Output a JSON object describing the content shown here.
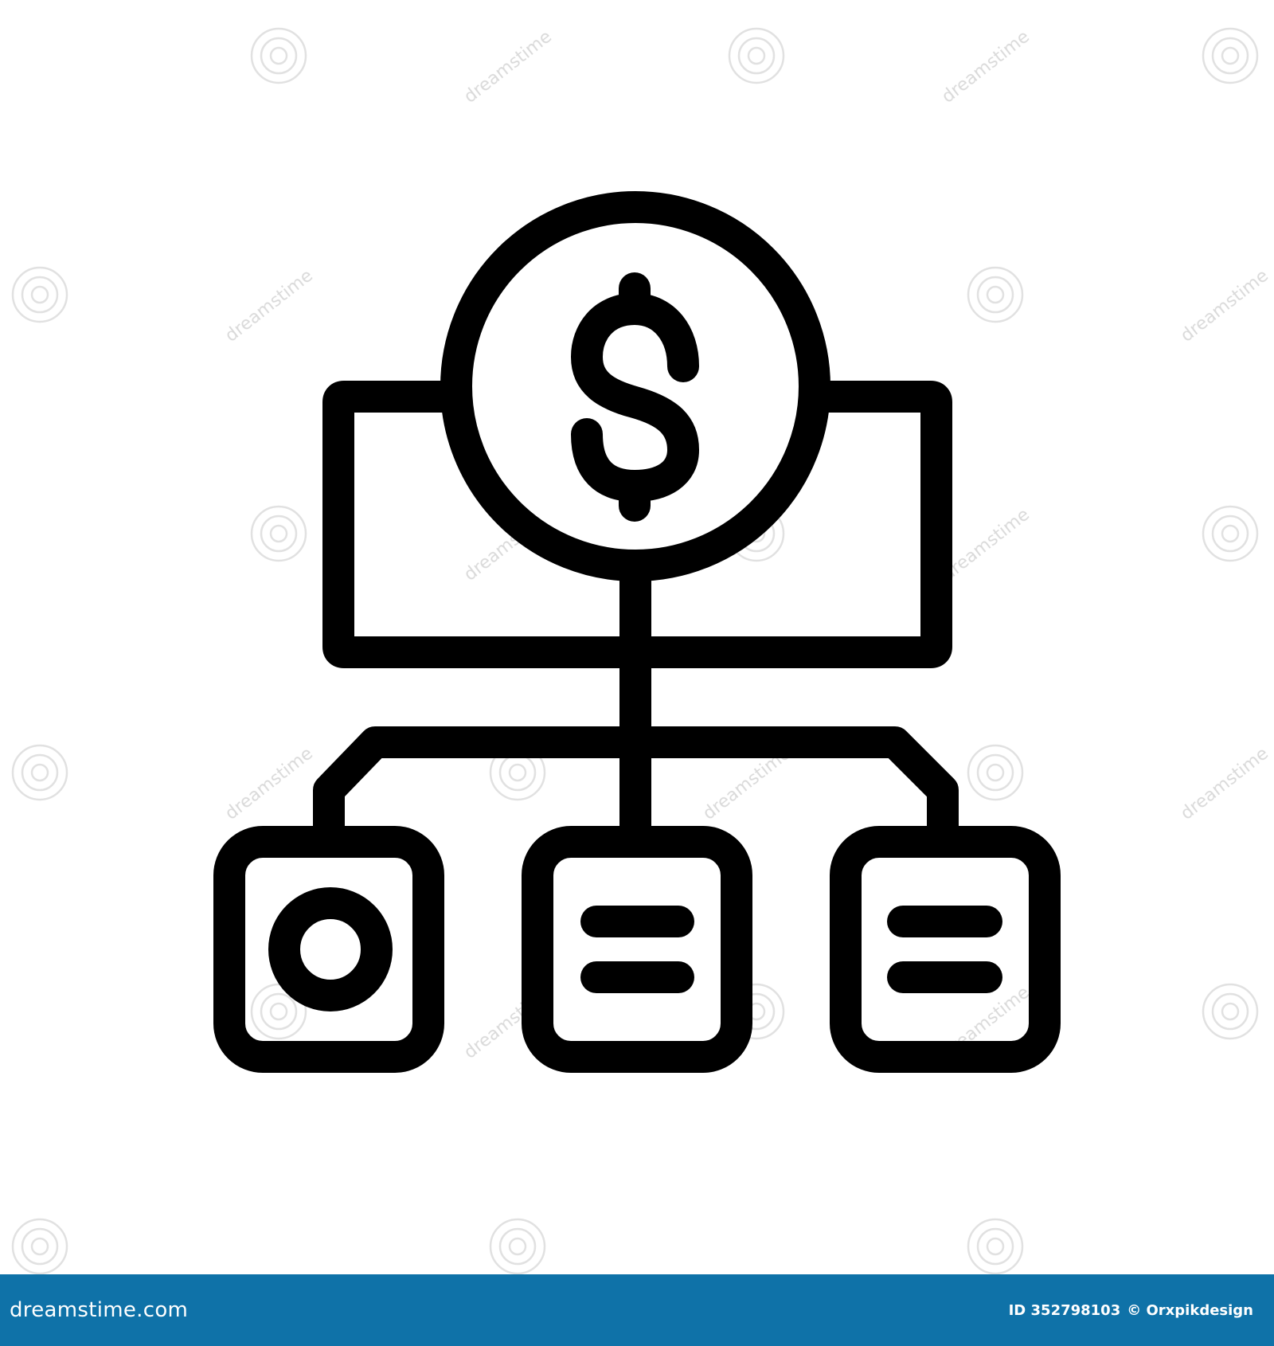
{
  "illustration": {
    "subject": "dollar-flowchart-icon",
    "stroke_color": "#000000",
    "background_color": "#ffffff",
    "center_symbol": "$"
  },
  "watermark": {
    "text": "dreamstime",
    "color": "#d9d9d9"
  },
  "footer": {
    "background_color": "#0f72a8",
    "text_color": "#ffffff",
    "logo_text": "dreamstime.com",
    "image_id_text": "ID 352798103",
    "credit_text": "© Orxpikdesign"
  }
}
